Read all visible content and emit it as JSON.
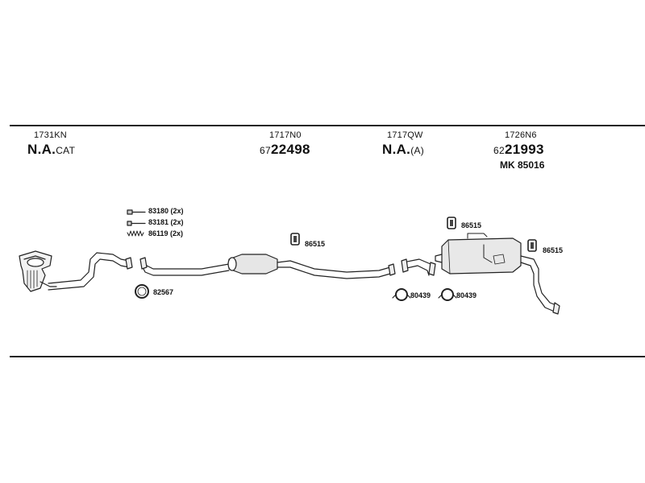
{
  "sections": [
    {
      "ref": "1731KN",
      "code_bold": "N.A.",
      "code_suffix": "CAT"
    },
    {
      "ref": "1717N0",
      "code_prefix": "67",
      "code_bold": "22498"
    },
    {
      "ref": "1717QW",
      "code_bold": "N.A.",
      "code_suffix": "(A)"
    },
    {
      "ref": "1726N6",
      "code_prefix": "62",
      "code_bold": "21993",
      "extra": "MK  85016"
    }
  ],
  "callouts": {
    "bolt_83180": "83180 (2x)",
    "bolt_83181": "83181 (2x)",
    "spring_86119": "86119 (2x)",
    "ring_82567": "82567",
    "hanger_86515_mid": "86515",
    "clamp_80439_a": "80439",
    "clamp_80439_b": "80439",
    "hanger_86515_upper": "86515",
    "hanger_86515_right": "86515"
  }
}
